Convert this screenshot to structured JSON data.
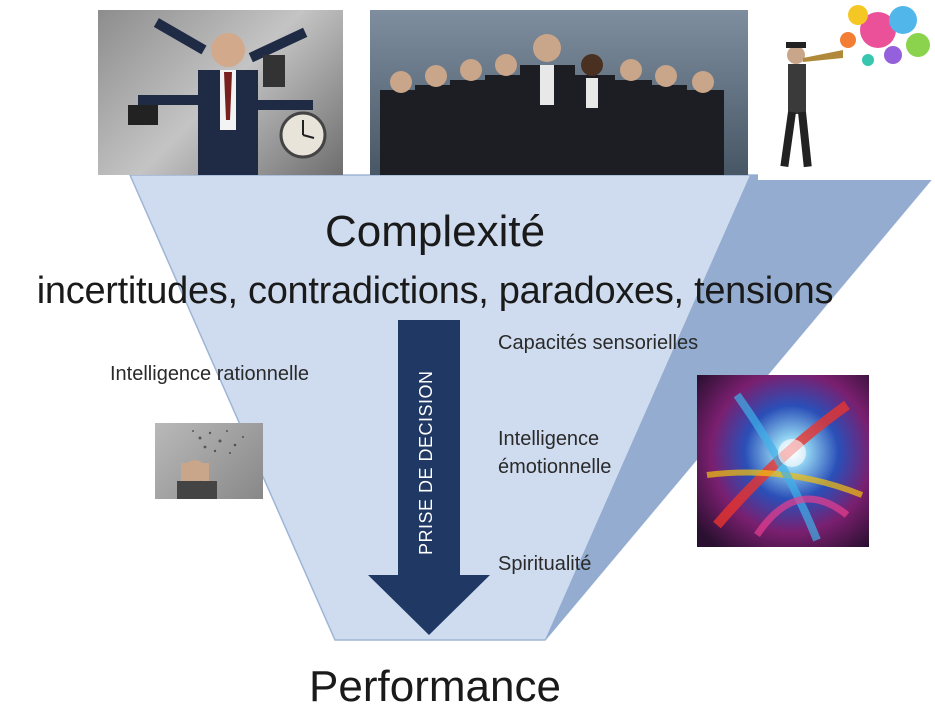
{
  "diagram": {
    "top_text": "Complexité",
    "subtitle": "incertitudes, contradictions, paradoxes, tensions",
    "arrow_label": "PRISE DE DECISION",
    "left_label": "Intelligence rationnelle",
    "right_labels": [
      "Capacités sensorielles",
      "Intelligence\némotionnelle",
      "Spiritualité"
    ],
    "bottom_text": "Performance"
  },
  "images": {
    "multitasking_businessman": "businessman-with-many-arms-photo",
    "business_team": "business-team-group-photo",
    "trumpet_player": "man-with-trumpet-colorful-splash-photo",
    "stressed_thinker": "stressed-man-thoughts-photo",
    "abstract_painting": "abstract-colorful-painting"
  },
  "colors": {
    "funnel_light": "#c9d7ec",
    "funnel_dark": "#8ea8cc",
    "arrow": "#1f3864"
  }
}
